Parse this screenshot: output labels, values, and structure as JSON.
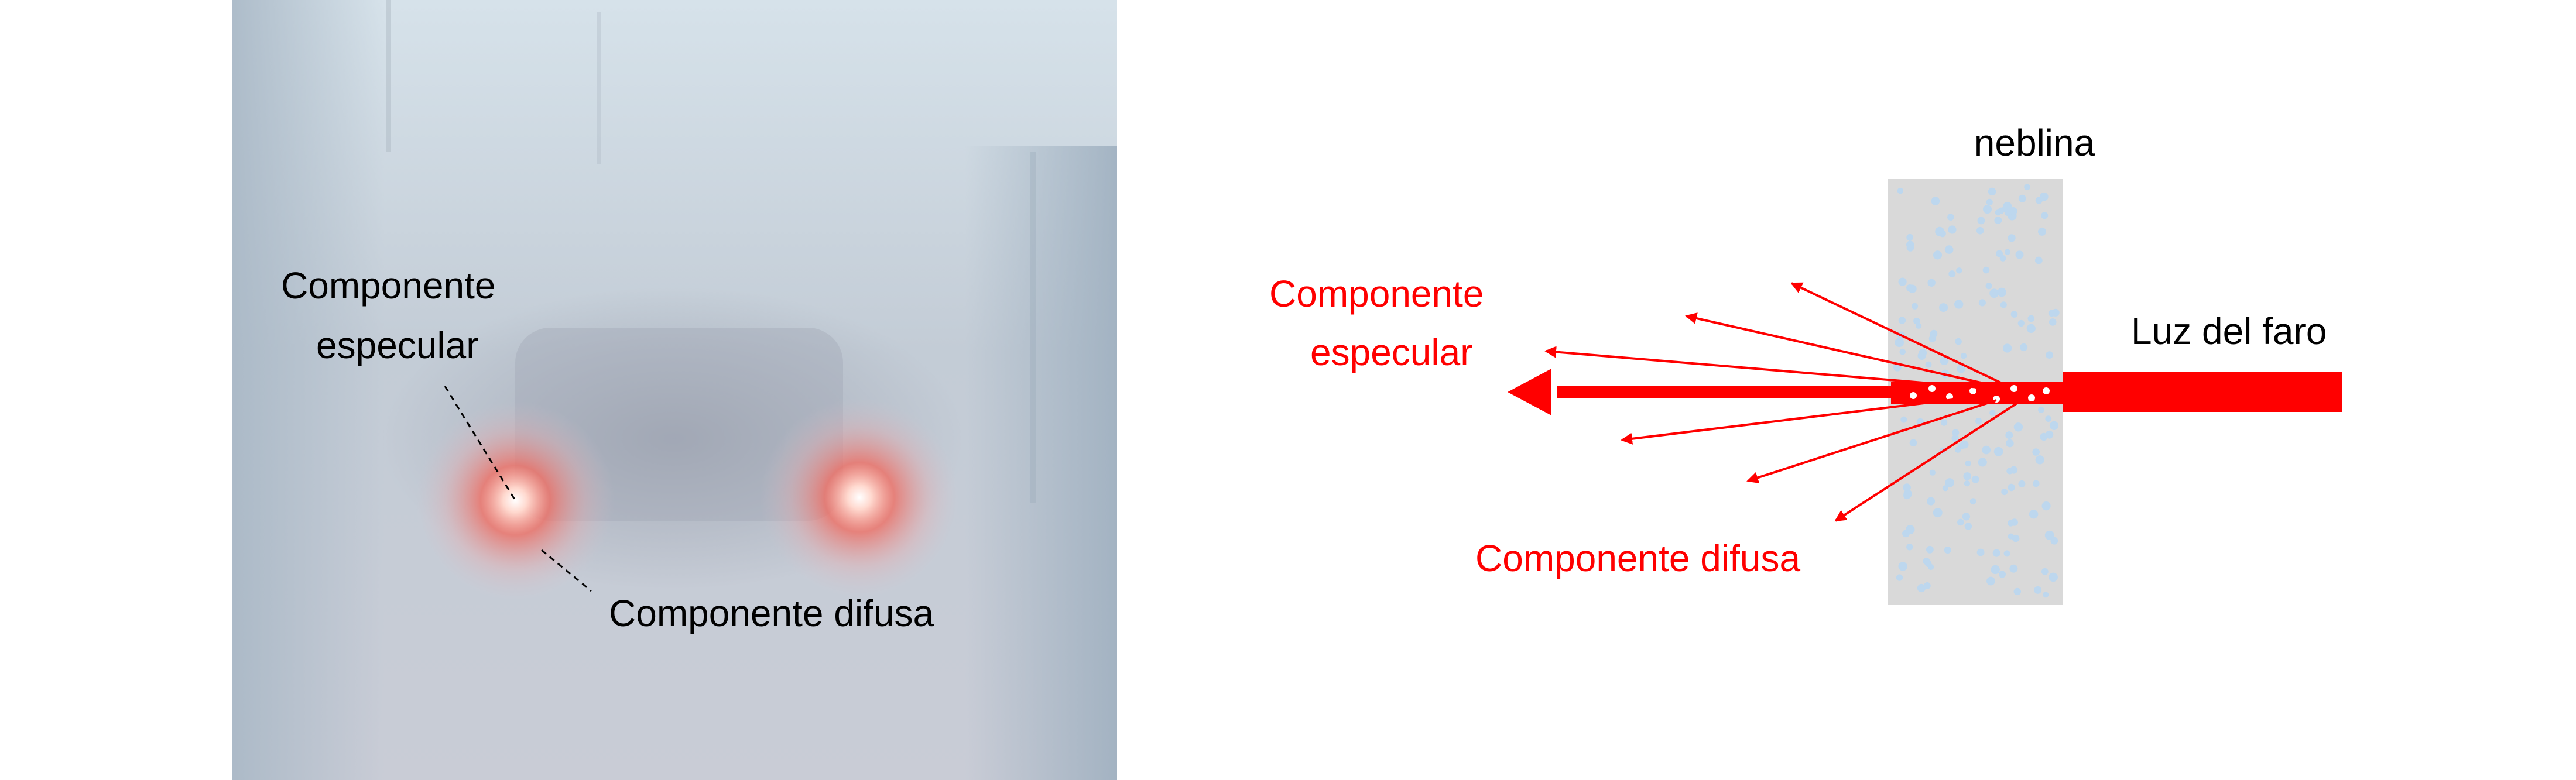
{
  "photo_panel": {
    "label_specular_line1": "Componente",
    "label_specular_line2": "especular",
    "label_diffuse": "Componente difusa",
    "label_color": "#000000"
  },
  "diagram_panel": {
    "label_fog": "neblina",
    "label_headlight": "Luz del faro",
    "label_specular_line1": "Componente",
    "label_specular_line2": "especular",
    "label_diffuse": "Componente difusa",
    "arrow_color": "#ff0000",
    "fog_color": "#d9d9d9",
    "droplet_color": "#bdd7ee"
  }
}
